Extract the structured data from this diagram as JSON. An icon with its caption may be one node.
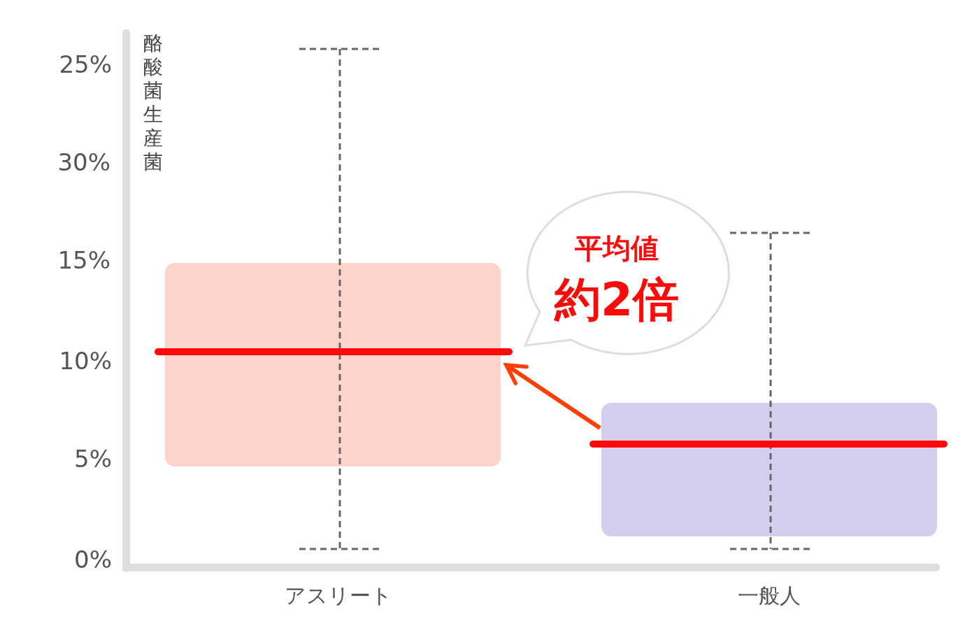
{
  "diagram": {
    "nodes": [
      {
        "text": [],
        "shape": "box"
      },
      {
        "text": [],
        "shape": "box"
      },
      {
        "text": [
          "平均値",
          "約2倍"
        ]
      }
    ],
    "edges": [
      {
        "from": 1,
        "to": 0,
        "arrow": "to"
      }
    ],
    "labels": [
      "酪酸菌生産菌",
      "25%",
      "30%",
      "15%",
      "10%",
      "5%",
      "0%",
      "アスリート",
      "一般人"
    ]
  }
}
